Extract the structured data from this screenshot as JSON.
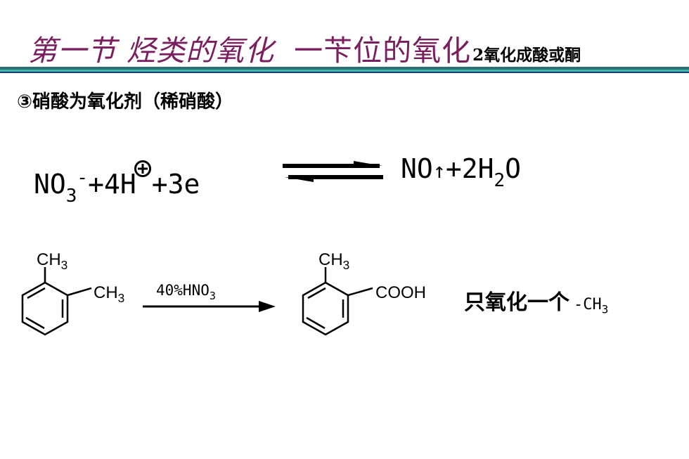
{
  "title": {
    "callig": "第一节 烃类的氧化",
    "main": "一苄位的氧化",
    "small": "2氧化成酸或酮"
  },
  "subtitle": "③硝酸为氧化剂（稀硝酸）",
  "equation": {
    "left": {
      "no": "NO",
      "sub3": "3",
      "minus": "-",
      "plus_h": "+4H",
      "plus_e": "+3e"
    },
    "right": {
      "no": "NO",
      "up": "↑",
      "plus_h": "+2H",
      "sub2": "2",
      "o": "O"
    }
  },
  "reaction": {
    "reactant_ch3_top": "CH3",
    "reactant_ch3_right": "CH3",
    "reagent": "40%HNO3",
    "product_ch3": "CH3",
    "product_cooh": "COOH"
  },
  "note": {
    "text": "只氧化一个",
    "group": "-CH",
    "group_sub": "3"
  },
  "colors": {
    "title": "#7a1f5e",
    "rule_teal": "#3fb6a8",
    "rule_dark": "#2e6f77",
    "rule_navy": "#1c3f73"
  }
}
